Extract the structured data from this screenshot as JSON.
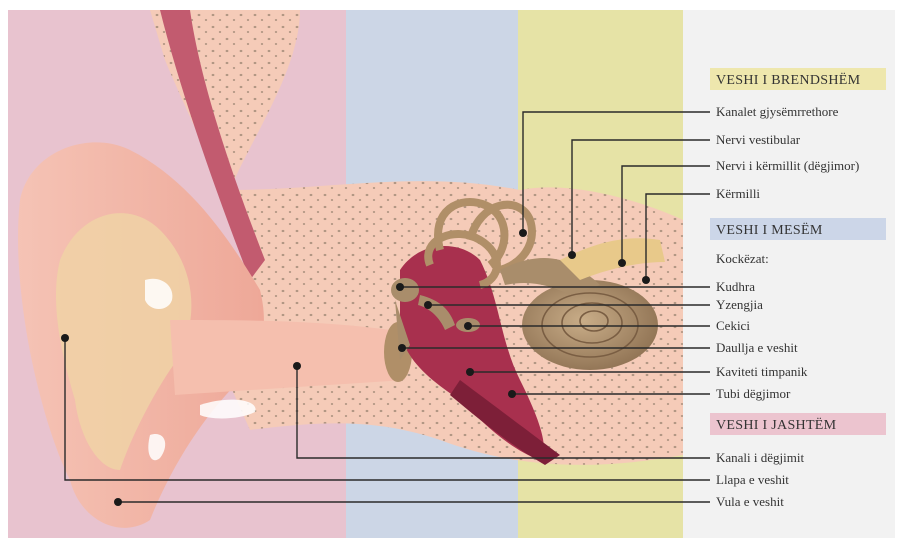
{
  "colors": {
    "outer_zone": "#e8c3cf",
    "middle_zone": "#ccd6e6",
    "inner_zone": "#e6e3a6",
    "legend_area": "#f2f2f2",
    "inner_header": "#eee7ad",
    "middle_header": "#ccd6e8",
    "outer_header": "#ecc4cf",
    "skin": "#f2b9aa",
    "bone": "#f0d6a8",
    "ossicle": "#a98d6b",
    "cavity": "#a8304e"
  },
  "sections": {
    "inner": {
      "title": "VESHI I BRENDSHËM"
    },
    "middle": {
      "title": "VESHI I MESËM",
      "subtitle": "Kockëzat:"
    },
    "outer": {
      "title": "VESHI I JASHTËM"
    }
  },
  "labels": {
    "semicircular_canals": "Kanalet gjysëmrrethore",
    "vestibular_nerve": "Nervi vestibular",
    "cochlear_nerve": "Nervi i kërmillit (dëgjimor)",
    "cochlea": "Kërmilli",
    "anvil": "Kudhra",
    "stirrup": "Yzengjia",
    "hammer": "Cekici",
    "eardrum": "Daullja e veshit",
    "tympanic_cavity": "Kaviteti timpanik",
    "eustachian_tube": "Tubi dëgjimor",
    "ear_canal": "Kanali i dëgjimit",
    "auricle": "Llapa e veshit",
    "earlobe": "Vula e veshit"
  }
}
